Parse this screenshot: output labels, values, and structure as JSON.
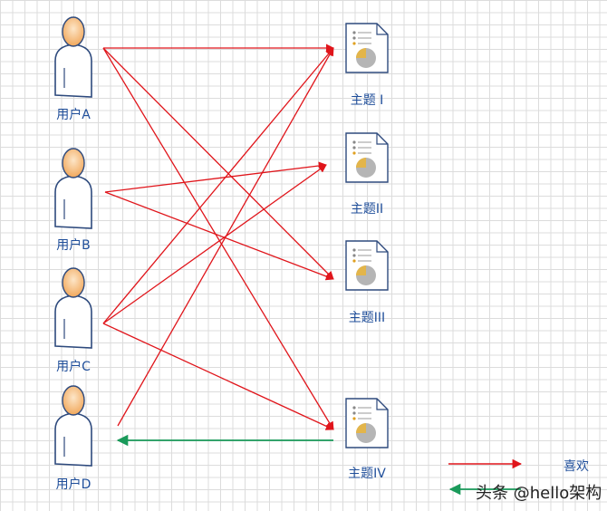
{
  "users": [
    {
      "id": "A",
      "label": "用户A"
    },
    {
      "id": "B",
      "label": "用户B"
    },
    {
      "id": "C",
      "label": "用户C"
    },
    {
      "id": "D",
      "label": "用户D"
    }
  ],
  "topics": [
    {
      "id": "I",
      "label": "主题 I"
    },
    {
      "id": "II",
      "label": "主题II"
    },
    {
      "id": "III",
      "label": "主题III"
    },
    {
      "id": "IV",
      "label": "主题IV"
    }
  ],
  "likes": [
    {
      "from": "A",
      "to": "I"
    },
    {
      "from": "A",
      "to": "III"
    },
    {
      "from": "A",
      "to": "IV"
    },
    {
      "from": "B",
      "to": "II"
    },
    {
      "from": "B",
      "to": "III"
    },
    {
      "from": "C",
      "to": "I"
    },
    {
      "from": "C",
      "to": "II"
    },
    {
      "from": "C",
      "to": "IV"
    },
    {
      "from": "D",
      "to": "I"
    }
  ],
  "recommendations": [
    {
      "from": "IV",
      "to": "D"
    }
  ],
  "legend": {
    "like_label": "喜欢",
    "like_color": "#e0151b",
    "recommend_color": "#1a9a5a"
  },
  "watermark": "头条 @hello架构"
}
